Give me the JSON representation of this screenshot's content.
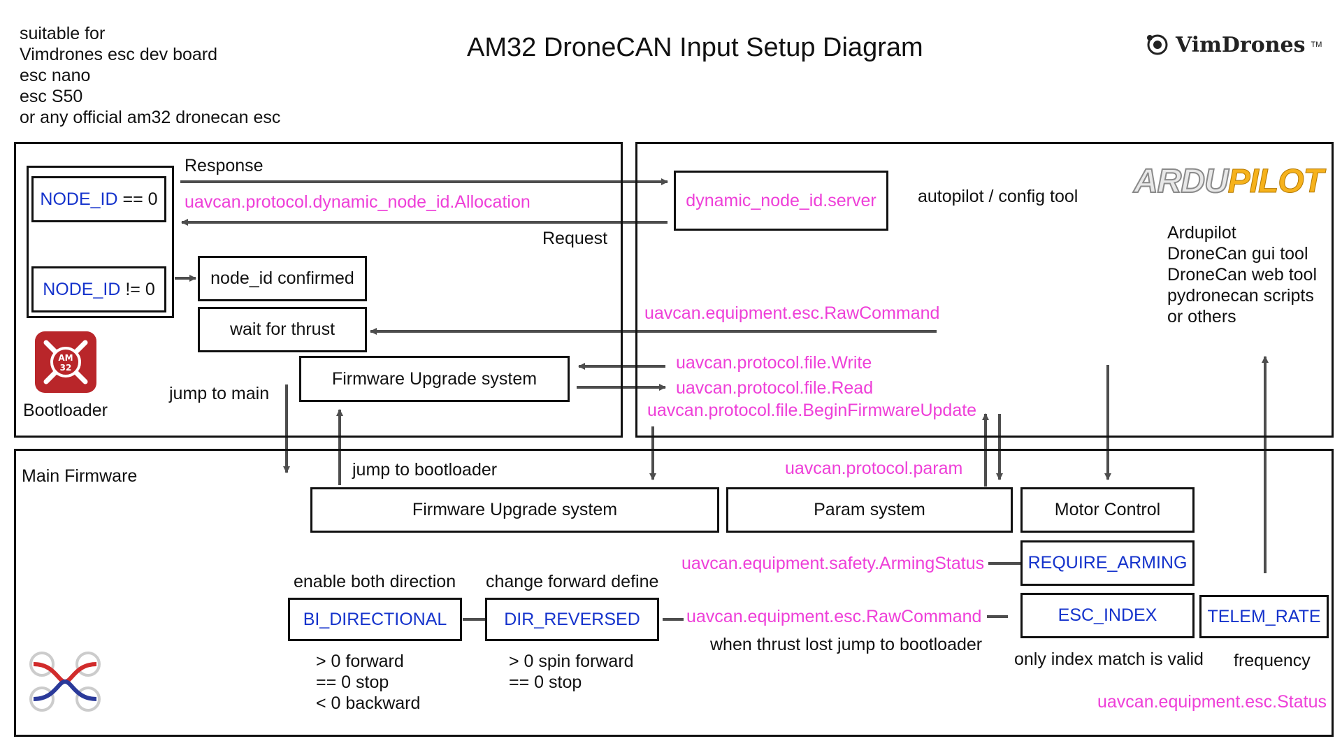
{
  "title": "AM32 DroneCAN Input Setup Diagram",
  "suitable": [
    "suitable for",
    "Vimdrones esc dev board",
    "esc nano",
    "esc S50",
    "or any official am32 dronecan esc"
  ],
  "brand": {
    "vimdrones": "VimDrones",
    "tm": "TM",
    "ardu_a": "ARDU",
    "ardu_b": "PILOT"
  },
  "bootloader": {
    "label": "Bootloader",
    "node_zero": {
      "name": "NODE_ID",
      "op": " == 0"
    },
    "node_nonzero": {
      "name": "NODE_ID",
      "op": " != 0"
    },
    "node_confirmed": "node_id confirmed",
    "wait_thrust": "wait for thrust",
    "fw_upgrade": "Firmware Upgrade system",
    "jump_main": "jump to main",
    "response": "Response",
    "request": "Request",
    "alloc_msg": "uavcan.protocol.dynamic_node_id.Allocation",
    "logo_text": "AM 32"
  },
  "autopilot": {
    "server": "dynamic_node_id.server",
    "label": "autopilot / config tool",
    "tools": [
      "Ardupilot",
      "DroneCan gui tool",
      "DroneCan web tool",
      "pydronecan scripts",
      "or others"
    ],
    "raw_command": "uavcan.equipment.esc.RawCommand",
    "file_write": "uavcan.protocol.file.Write",
    "file_read": "uavcan.protocol.file.Read",
    "begin_update": "uavcan.protocol.file.BeginFirmwareUpdate"
  },
  "main": {
    "label": "Main Firmware",
    "jump_bootloader": "jump to bootloader",
    "param_msg": "uavcan.protocol.param",
    "fw_upgrade": "Firmware Upgrade system",
    "param_system": "Param system",
    "motor_control": "Motor Control",
    "require_arming": "REQUIRE_ARMING",
    "arming_msg": "uavcan.equipment.safety.ArmingStatus",
    "esc_index": "ESC_INDEX",
    "telem_rate": "TELEM_RATE",
    "bi_directional": "BI_DIRECTIONAL",
    "dir_reversed": "DIR_REVERSED",
    "raw_command": "uavcan.equipment.esc.RawCommand",
    "enable_both": "enable both direction",
    "change_forward": "change forward define",
    "thrust_lost": "when thrust lost jump to bootloader",
    "index_valid": "only index match is valid",
    "frequency": "frequency",
    "status_msg": "uavcan.equipment.esc.Status",
    "bi_notes": [
      "> 0 forward",
      "== 0 stop",
      "< 0 backward"
    ],
    "dir_notes": [
      "> 0 spin forward",
      "== 0 stop"
    ]
  },
  "colors": {
    "pink": "#ee3fd8",
    "blue": "#1533cc",
    "line": "#4d4d4d",
    "am32_red": "#b9262a"
  }
}
